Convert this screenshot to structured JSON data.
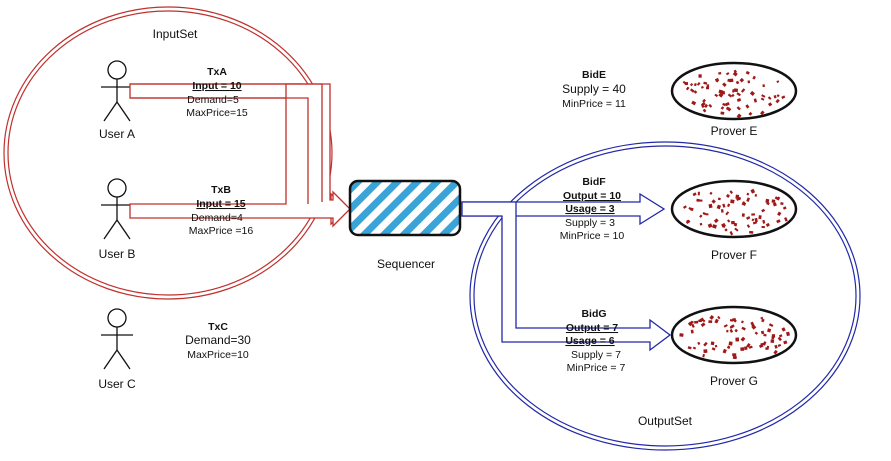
{
  "input_set": {
    "label": "InputSet",
    "color": "#c0302c"
  },
  "output_set": {
    "label": "OutputSet",
    "color": "#2228a8"
  },
  "users": [
    {
      "label": "User A"
    },
    {
      "label": "User B"
    },
    {
      "label": "User C"
    }
  ],
  "transactions": [
    {
      "title": "TxA",
      "input": "Input = 10",
      "demand": "Demand=5",
      "max_price": "MaxPrice=15"
    },
    {
      "title": "TxB",
      "input": "Input = 15",
      "demand": "Demand=4",
      "max_price": "MaxPrice =16"
    },
    {
      "title": "TxC",
      "demand": "Demand=30",
      "max_price": "MaxPrice=10"
    }
  ],
  "sequencer": {
    "label": "Sequencer",
    "stripe_color": "#3aa3d8"
  },
  "bids": [
    {
      "title": "BidE",
      "supply": "Supply = 40",
      "min_price": "MinPrice =  11"
    },
    {
      "title": "BidF",
      "output": "Output = 10",
      "usage": "Usage = 3",
      "supply": "Supply = 3",
      "min_price": "MinPrice = 10"
    },
    {
      "title": "BidG",
      "output": "Output = 7",
      "usage": "Usage = 6",
      "supply": "Supply = 7",
      "min_price": "MinPrice = 7"
    }
  ],
  "provers": [
    {
      "label": "Prover E"
    },
    {
      "label": "Prover F"
    },
    {
      "label": "Prover G"
    }
  ],
  "prover_dot_color": "#a01818",
  "icons": [
    "person-icon",
    "prover-ellipse-icon",
    "sequencer-box-icon",
    "arrow-icon"
  ]
}
